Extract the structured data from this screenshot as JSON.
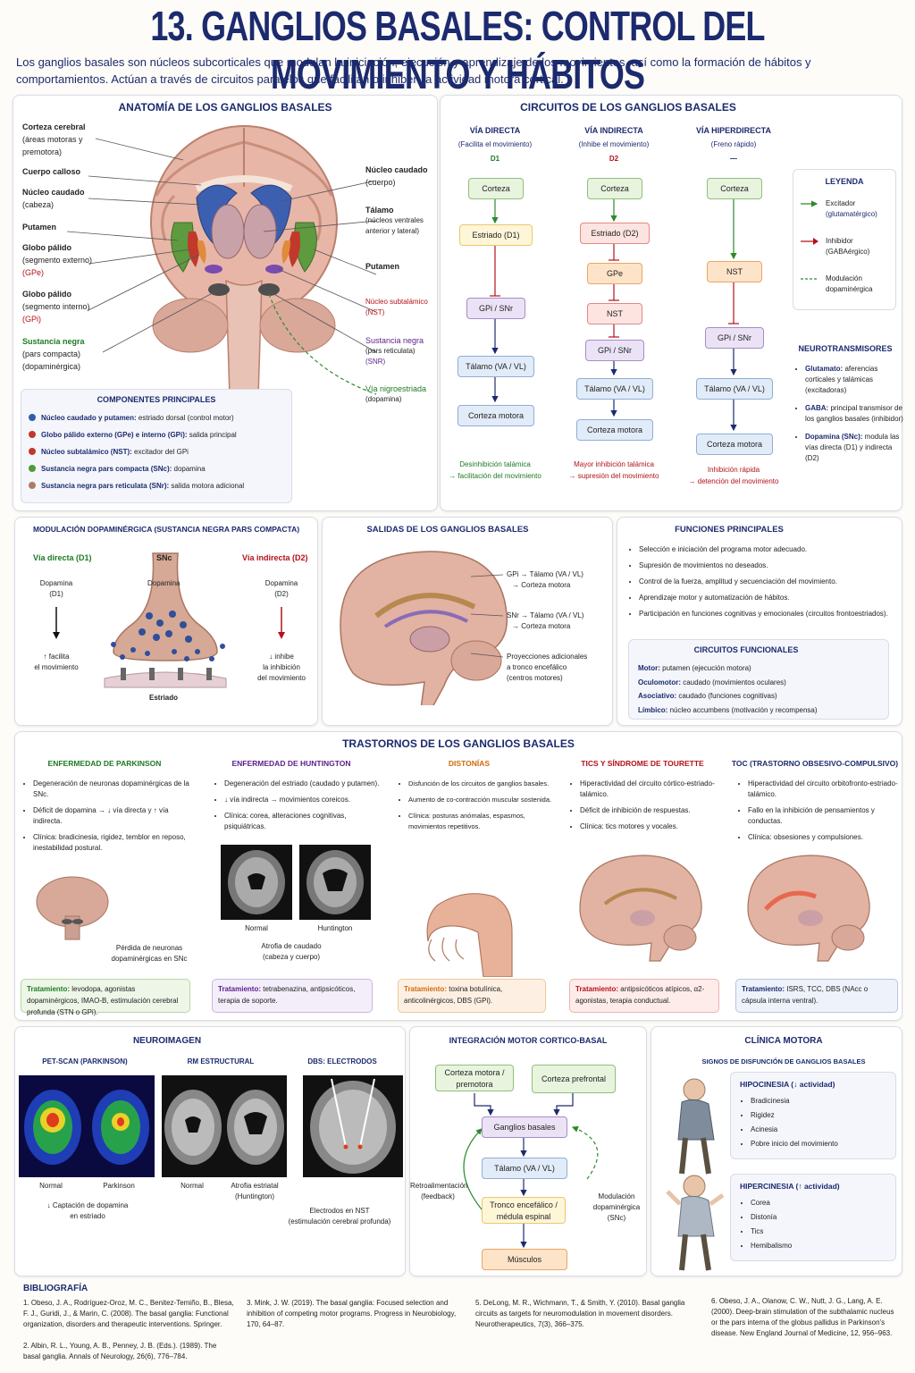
{
  "title": "13. GANGLIOS BASALES: CONTROL DEL MOVIMIENTO Y HÁBITOS",
  "intro": "Los ganglios basales son núcleos subcorticales que modulan la iniciación, ejecución y aprendizaje de los movimientos, así como la formación de hábitos y comportamientos. Actúan a través de circuitos paralelos que facilitan o inhiben la actividad motora cortical.",
  "anatomy": {
    "title": "ANATOMÍA DE LOS GANGLIOS BASALES",
    "left_labels": [
      {
        "name": "Corteza cerebral",
        "sub": "(áreas motoras y premotora)"
      },
      {
        "name": "Cuerpo calloso",
        "sub": ""
      },
      {
        "name": "Núcleo caudado",
        "sub": "(cabeza)"
      },
      {
        "name": "Putamen",
        "sub": ""
      },
      {
        "name": "Globo pálido",
        "sub": "(segmento externo)",
        "tag": "(GPe)"
      },
      {
        "name": "Globo pálido",
        "sub": "(segmento interno)",
        "tag": "(GPi)"
      },
      {
        "name": "Sustancia negra",
        "sub": "(pars compacta) (dopaminérgica)"
      }
    ],
    "right_labels": [
      {
        "name": "Núcleo caudado",
        "sub": "(cuerpo)"
      },
      {
        "name": "Tálamo",
        "sub": "(núcleos ventrales anterior y lateral)"
      },
      {
        "name": "Putamen",
        "sub": ""
      },
      {
        "name": "Núcleo subtalámico",
        "sub": "(NST)"
      },
      {
        "name": "Sustancia negra",
        "sub": "(pars reticulata)",
        "tag": "(SNR)"
      },
      {
        "name": "Vía nigroestriada",
        "sub": "(dopamina)"
      }
    ],
    "components_title": "COMPONENTES PRINCIPALES",
    "components": [
      {
        "bold": "Núcleo caudado y putamen:",
        "rest": " estriado dorsal (control motor)",
        "color": "#2f5fa8"
      },
      {
        "bold": "Globo pálido externo (GPe) e interno (GPi):",
        "rest": " salida principal",
        "color": "#c0392b"
      },
      {
        "bold": "Núcleo subtalámico (NST):",
        "rest": " excitador del GPi",
        "color": "#c0392b"
      },
      {
        "bold": "Sustancia negra pars compacta (SNc):",
        "rest": " dopamina",
        "color": "#4e9a3a"
      },
      {
        "bold": "Sustancia negra pars reticulata (SNr):",
        "rest": " salida motora adicional",
        "color": "#b07a6a"
      }
    ]
  },
  "circuits": {
    "title": "CIRCUITOS DE LOS GANGLIOS BASALES",
    "direct": {
      "title": "VÍA DIRECTA",
      "sub": "(Facilita el movimiento)",
      "rec": "D1",
      "boxes": [
        "Corteza",
        "Estriado (D1)",
        "GPi / SNr",
        "Tálamo (VA / VL)",
        "Corteza motora"
      ],
      "result1": "Desinhibición talámica",
      "result2": "→ facilitación del movimiento"
    },
    "indirect": {
      "title": "VÍA INDIRECTA",
      "sub": "(Inhibe el movimiento)",
      "rec": "D2",
      "boxes": [
        "Corteza",
        "Estriado (D2)",
        "GPe",
        "NST",
        "GPi / SNr",
        "Tálamo (VA / VL)",
        "Corteza motora"
      ],
      "result1": "Mayor inhibición talámica",
      "result2": "→ supresión del movimiento"
    },
    "hyperdirect": {
      "title": "VÍA HIPERDIRECTA",
      "sub": "(Freno rápido)",
      "rec": "—",
      "boxes": [
        "Corteza",
        "NST",
        "GPi / SNr",
        "Tálamo (VA / VL)",
        "Corteza motora"
      ],
      "result1": "Inhibición rápida",
      "result2": "→ detención del movimiento"
    },
    "legend_title": "LEYENDA",
    "legend": [
      {
        "label": "Excitador",
        "sub": "(glutamatérgico)"
      },
      {
        "label": "Inhibidor",
        "sub": "(GABAérgico)"
      },
      {
        "label": "Modulación",
        "sub": "dopaminérgica"
      }
    ],
    "nt_title": "NEUROTRANSMISORES",
    "nt": [
      {
        "bold": "Glutamato:",
        "rest": " aferencias corticales y talámicas (excitadoras)"
      },
      {
        "bold": "GABA:",
        "rest": " principal transmisor de los ganglios basales (inhibidor)"
      },
      {
        "bold": "Dopamina (SNc):",
        "rest": " modula las vías directa (D1) y indirecta (D2)"
      }
    ]
  },
  "dopamine": {
    "title": "MODULACIÓN DOPAMINÉRGICA (SUSTANCIA NEGRA PARS COMPACTA)",
    "left_title": "Vía directa (D1)",
    "right_title": "Vía indirecta (D2)",
    "snc": "SNc",
    "dop_center": "Dopamina",
    "left_dop": "Dopamina",
    "left_rec": "(D1)",
    "right_dop": "Dopamina",
    "right_rec": "(D2)",
    "left_eff1": "↑ facilita",
    "left_eff2": "el movimiento",
    "right_eff1": "↓ inhibe",
    "right_eff2": "la inhibición",
    "right_eff3": "del movimiento",
    "estriado": "Estriado"
  },
  "outputs": {
    "title": "SALIDAS DE LOS GANGLIOS BASALES",
    "o1a": "GPi → Tálamo (VA / VL)",
    "o1b": "→ Corteza motora",
    "o2a": "SNr → Tálamo (VA / VL)",
    "o2b": "→ Corteza motora",
    "o3a": "Proyecciones adicionales",
    "o3b": "a tronco encefálico",
    "o3c": "(centros motores)"
  },
  "functions": {
    "title": "FUNCIONES PRINCIPALES",
    "items": [
      "Selección e iniciación del programa motor adecuado.",
      "Supresión de movimientos no deseados.",
      "Control de la fuerza, amplitud y secuenciación del movimiento.",
      "Aprendizaje motor y automatización de hábitos.",
      "Participación en funciones cognitivas y emocionales (circuitos frontoestriados)."
    ],
    "circ_title": "CIRCUITOS FUNCIONALES",
    "circ": [
      {
        "bold": "Motor:",
        "rest": " putamen (ejecución motora)"
      },
      {
        "bold": "Oculomotor:",
        "rest": " caudado (movimientos oculares)"
      },
      {
        "bold": "Asociativo:",
        "rest": " caudado (funciones cognitivas)"
      },
      {
        "bold": "Límbico:",
        "rest": " núcleo accumbens (motivación y recompensa)"
      }
    ]
  },
  "disorders": {
    "title": "TRASTORNOS DE LOS GANGLIOS BASALES",
    "parkinson": {
      "title": "ENFERMEDAD DE PARKINSON",
      "items": [
        "Degeneración de neuronas dopaminérgicas de la SNc.",
        "Déficit de dopamina → ↓ vía directa y ↑ vía indirecta.",
        "Clínica: bradicinesia, rigidez, temblor en reposo, inestabilidad postural."
      ],
      "caption1": "Pérdida de neuronas",
      "caption2": "dopaminérgicas en SNc",
      "treat_bold": "Tratamiento:",
      "treat": " levodopa, agonistas dopaminérgicos, IMAO-B, estimulación cerebral profunda (STN o GPi)."
    },
    "huntington": {
      "title": "ENFERMEDAD DE HUNTINGTON",
      "items": [
        "Degeneración del estriado (caudado y putamen).",
        "↓ vía indirecta → movimientos coreicos.",
        "Clínica: corea, alteraciones cognitivas, psiquiátricas."
      ],
      "img1": "Normal",
      "img2": "Huntington",
      "caption1": "Atrofia de caudado",
      "caption2": "(cabeza y cuerpo)",
      "treat_bold": "Tratamiento:",
      "treat": " tetrabenazina, antipsicóticos, terapia de soporte."
    },
    "distonias": {
      "title": "DISTONÍAS",
      "items": [
        "Disfunción de los circuitos de ganglios basales.",
        "Aumento de co-contracción muscular sostenida.",
        "Clínica: posturas anómalas, espasmos, movimientos repetitivos."
      ],
      "treat_bold": "Tratamiento:",
      "treat": " toxina botulínica, anticolinérgicos, DBS (GPi)."
    },
    "tourette": {
      "title": "TICS Y SÍNDROME DE TOURETTE",
      "items": [
        "Hiperactividad del circuito córtico-estriado-talámico.",
        "Déficit de inhibición de respuestas.",
        "Clínica: tics motores y vocales."
      ],
      "treat_bold": "Tratamiento:",
      "treat": " antipsicóticos atípicos, α2-agonistas, terapia conductual."
    },
    "toc": {
      "title": "TOC (TRASTORNO OBSESIVO-COMPULSIVO)",
      "items": [
        "Hiperactividad del circuito orbitofronto-estriado-talámico.",
        "Fallo en la inhibición de pensamientos y conductas.",
        "Clínica: obsesiones y compulsiones."
      ],
      "treat_bold": "Tratamiento:",
      "treat": " ISRS, TCC, DBS (NAcc o cápsula interna ventral)."
    }
  },
  "neuroimaging": {
    "title": "NEUROIMAGEN",
    "pet_title": "PET-SCAN (PARKINSON)",
    "rm_title": "RM ESTRUCTURAL",
    "dbs_title": "DBS: ELECTRODOS",
    "pet_l": "Normal",
    "pet_r": "Parkinson",
    "pet_c1": "↓ Captación de dopamina",
    "pet_c2": "en estriado",
    "rm_l": "Normal",
    "rm_r1": "Atrofia estriatal",
    "rm_r2": "(Huntington)",
    "dbs_c1": "Electrodos en NST",
    "dbs_c2": "(estimulación cerebral profunda)"
  },
  "integration": {
    "title": "INTEGRACIÓN MOTOR CORTICO-BASAL",
    "b1a": "Corteza motora /",
    "b1b": "premotora",
    "b2": "Corteza prefrontal",
    "b3": "Ganglios basales",
    "b4": "Tálamo (VA / VL)",
    "b5a": "Tronco encefálico /",
    "b5b": "médula espinal",
    "b6": "Músculos",
    "fb1": "Retroalimentación",
    "fb2": "(feedback)",
    "mod1": "Modulación",
    "mod2": "dopaminérgica",
    "mod3": "(SNc)"
  },
  "clinic": {
    "title": "CLÍNICA MOTORA",
    "sub": "SIGNOS DE DISFUNCIÓN DE GANGLIOS BASALES",
    "hypo_title": "HIPOCINESIA (↓ actividad)",
    "hypo": [
      "Bradicinesia",
      "Rigidez",
      "Acinesia",
      "Pobre inicio del movimiento"
    ],
    "hyper_title": "HIPERCINESIA (↑ actividad)",
    "hyper": [
      "Corea",
      "Distonía",
      "Tics",
      "Hemibalismo"
    ]
  },
  "bibliography": {
    "title": "BIBLIOGRAFÍA",
    "refs": [
      {
        "n": "1.",
        "t": "Obeso, J. A., Rodríguez-Oroz, M. C., Benitez-Temiño, B., Blesa, F. J., Guridi, J., & Marin, C. (2008). The basal ganglia: Functional organization, disorders and therapeutic interventions. Springer."
      },
      {
        "n": "2.",
        "t": "Albin, R. L., Young, A. B., Penney, J. B. (Eds.). (1989). The basal ganglia. Annals of Neurology, 26(6), 776–784."
      },
      {
        "n": "3.",
        "t": "Mink, J. W. (2019). The basal ganglia: Focused selection and inhibition of competing motor programs. Progress in Neurobiology, 170, 64–87."
      },
      {
        "n": "5.",
        "t": "DeLong, M. R., Wichmann, T., & Smith, Y. (2010). Basal ganglia circuits as targets for neuromodulation in movement disorders. Neurotherapeutics, 7(3), 366–375."
      },
      {
        "n": "6.",
        "t": "Obeso, J. A., Olanow, C. W., Nutt, J. G., Lang, A. E. (2000). Deep-brain stimulation of the subthalamic nucleus or the pars interna of the globus pallidus in Parkinson's disease. New England Journal of Medicine, 12, 956–963."
      }
    ]
  }
}
